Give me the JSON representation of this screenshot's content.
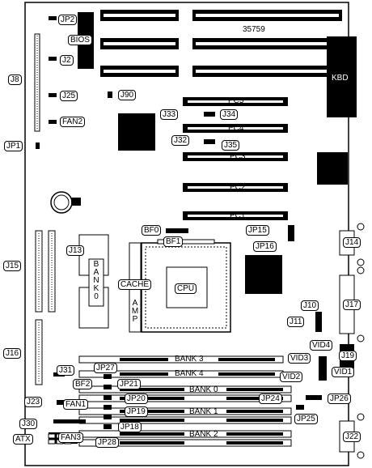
{
  "board_id": "35759",
  "labels": {
    "JP2": "JP2",
    "BIOS": "BIOS",
    "J2": "J2",
    "J8": "J8",
    "J25": "J25",
    "J90": "J90",
    "FAN2": "FAN2",
    "JP1": "JP1",
    "KBD": "KBD",
    "PC5": "PC5",
    "J33": "J33",
    "J34": "J34",
    "PC4": "PC4",
    "J32": "J32",
    "J35": "J35",
    "PC3": "PC3",
    "PC2": "PC2",
    "PC1": "PC1",
    "BF0": "BF0",
    "BF1": "BF1",
    "JP15": "JP15",
    "JP16": "JP16",
    "J14": "J14",
    "J15": "J15",
    "J13": "J13",
    "BANK0_vert": "BANK0",
    "CACHE": "CACHE",
    "CPU": "CPU",
    "AMP": "AMP",
    "J17": "J17",
    "J10": "J10",
    "J11": "J11",
    "J16": "J16",
    "BANK3": "BANK 3",
    "BANK4": "BANK 4",
    "BANK0": "BANK 0",
    "BANK1": "BANK 1",
    "BANK2": "BANK 2",
    "VID4": "VID4",
    "VID3": "VID3",
    "VID2": "VID2",
    "VID1": "VID1",
    "J19": "J19",
    "J31": "J31",
    "JP27": "JP27",
    "BF2": "BF2",
    "JP21": "JP21",
    "J23": "J23",
    "FAN1": "FAN1",
    "JP20": "JP20",
    "JP24": "JP24",
    "JP26": "JP26",
    "JP19": "JP19",
    "JP25": "JP25",
    "J30": "J30",
    "JP18": "JP18",
    "ATX": "ATX",
    "FAN3": "FAN3",
    "JP28": "JP28",
    "J22": "J22"
  }
}
